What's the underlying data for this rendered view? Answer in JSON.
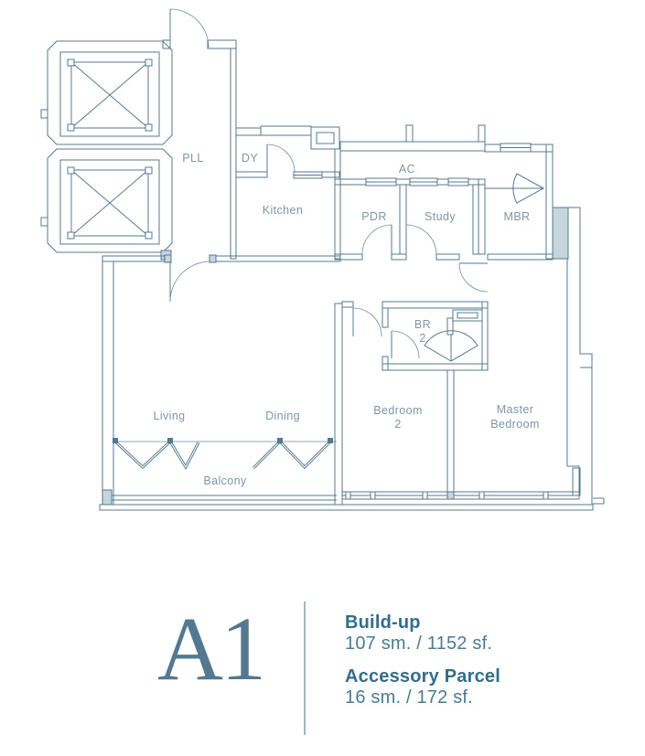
{
  "unit": {
    "code": "A1",
    "build_up_label": "Build-up",
    "build_up_value": "107 sm. / 1152 sf.",
    "accessory_label": "Accessory Parcel",
    "accessory_value": "16 sm. / 172 sf."
  },
  "rooms": {
    "pll": "PLL",
    "dy": "DY",
    "kitchen": "Kitchen",
    "ac": "AC",
    "pdr": "PDR",
    "study": "Study",
    "mbr": "MBR",
    "br2_line1": "BR",
    "br2_line2": "2",
    "bedroom2_line1": "Bedroom",
    "bedroom2_line2": "2",
    "master_line1": "Master",
    "master_line2": "Bedroom",
    "living": "Living",
    "dining": "Dining",
    "balcony": "Balcony"
  },
  "colors": {
    "wall_line": "#54788C",
    "room_label": "#7E96A6",
    "unit_code": "#54788F",
    "spec_title": "#346D8A",
    "spec_value": "#4C7C93",
    "divider": "#9FB5C2"
  }
}
